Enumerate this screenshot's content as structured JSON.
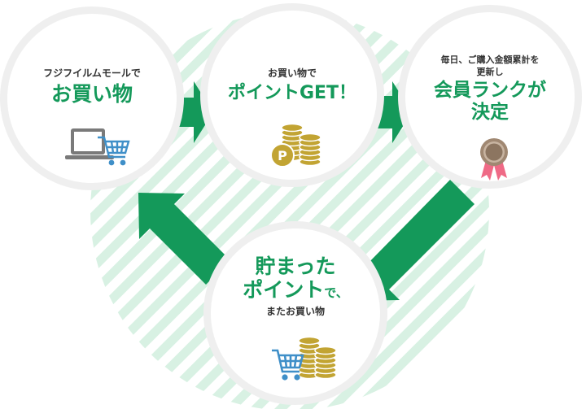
{
  "colors": {
    "green": "#14995a",
    "gold": "#c2a433",
    "ring": "#efefef",
    "stripe": "#d8f1e3",
    "cart_blue": "#3f8fc8",
    "laptop_gray": "#7a7a7a",
    "medal_brown": "#a08872",
    "ribbon_pink": "#ef6a86"
  },
  "steps": {
    "shop": {
      "caption": "フジフイルムモールで",
      "headline": "お買い物",
      "icon": "laptop-cart-icon"
    },
    "earn": {
      "caption": "お買い物で",
      "headline": "ポイントGET！",
      "icon": "coin-stack-icon",
      "coin_mark": "P"
    },
    "rank": {
      "caption_line1": "毎日、ご購入金額累計を",
      "caption_line2": "更新し",
      "headline_line1": "会員ランクが",
      "headline_line2": "決定",
      "icon": "rank-medal-icon"
    },
    "use": {
      "headline_line1": "貯まった",
      "headline_line2_big": "ポイント",
      "headline_line2_small": "で、",
      "caption": "またお買い物",
      "icon": "cart-coins-icon"
    }
  },
  "arrows": [
    "right-arrow-1",
    "right-arrow-2",
    "down-left-arrow",
    "up-left-arrow"
  ]
}
